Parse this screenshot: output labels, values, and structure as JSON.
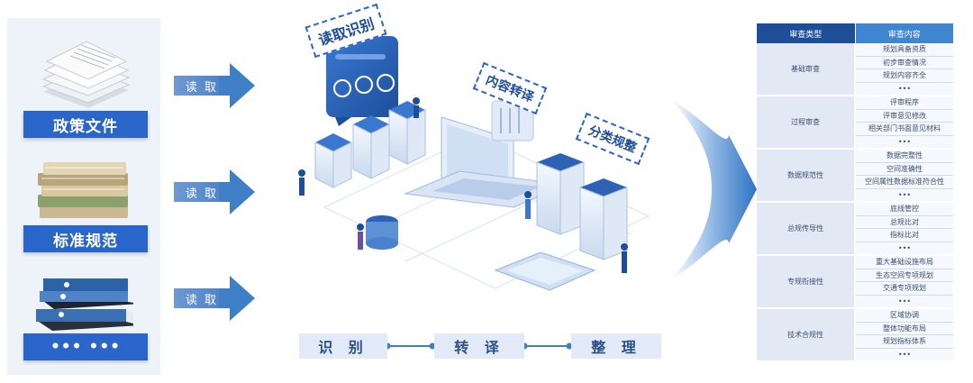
{
  "sources": [
    {
      "label": "政策文件",
      "icon": "paper-stack-icon"
    },
    {
      "label": "标准规范",
      "icon": "folder-stack-icon"
    },
    {
      "label": "••• •••",
      "icon": "binder-stack-icon"
    }
  ],
  "read_label": "读 取",
  "bubbles": {
    "recognize": "读取识别",
    "translate": "内容转译",
    "classify": "分类规整"
  },
  "steps": [
    "识 别",
    "转 译",
    "整 理"
  ],
  "table": {
    "headers": [
      "审查类型",
      "审查内容"
    ],
    "groups": [
      {
        "category": "基础审查",
        "items": [
          "规划具备资质",
          "初步审查情况",
          "规划内容齐全",
          "•••"
        ]
      },
      {
        "category": "过程审查",
        "items": [
          "评审程序",
          "评审意见修改",
          "相关部门书面意见材料",
          "•••"
        ]
      },
      {
        "category": "数据规范性",
        "items": [
          "数据完整性",
          "空间准确性",
          "空间属性数据标准符合性",
          "•••"
        ]
      },
      {
        "category": "总规传导性",
        "items": [
          "底线管控",
          "总规比对",
          "指标比对",
          "•••"
        ]
      },
      {
        "category": "专规衔接性",
        "items": [
          "重大基础设施布局",
          "生态空间专项规划",
          "交通专项规划",
          "•••"
        ]
      },
      {
        "category": "技术合规性",
        "items": [
          "区域协调",
          "整体功能布局",
          "规划指标体系",
          "•••"
        ]
      }
    ]
  },
  "colors": {
    "primary": "#2a66c9",
    "header_dark": "#1f4e99",
    "header_light": "#3f85cf",
    "arrow": "#3f7fc7"
  }
}
